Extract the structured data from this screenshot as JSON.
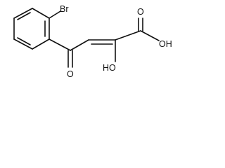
{
  "molecule": {
    "atoms": {
      "bromine": "Br",
      "ketone_oxygen": "O",
      "acid_carbonyl_oxygen": "O",
      "acid_hydroxyl": "OH",
      "enol_hydroxyl": "HO"
    }
  }
}
